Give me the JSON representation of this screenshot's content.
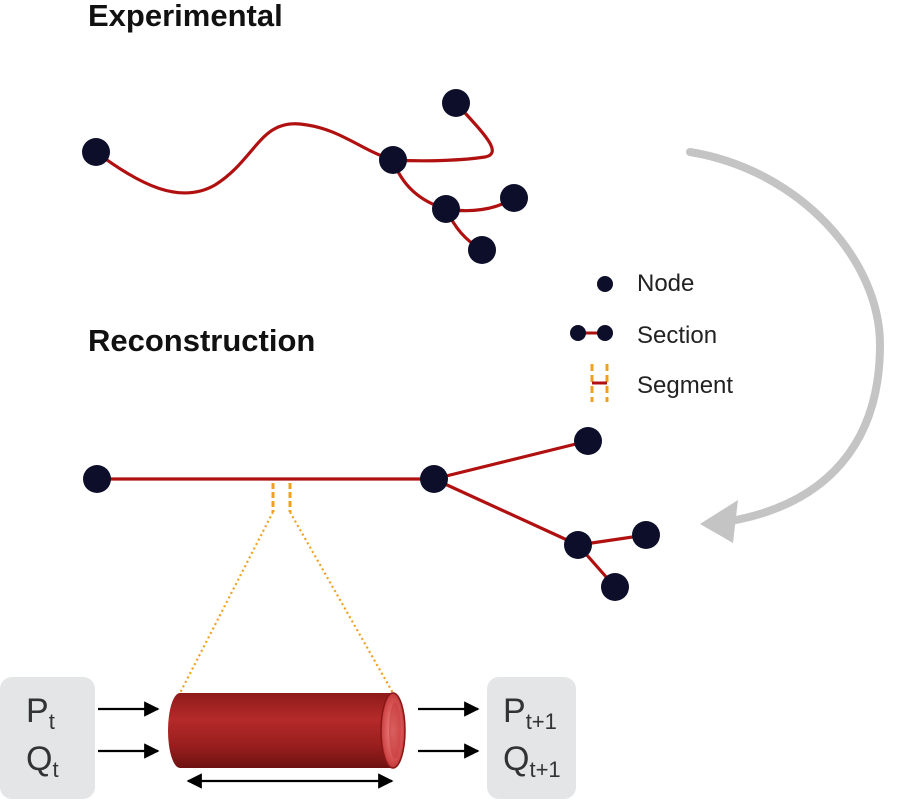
{
  "headings": {
    "experimental": "Experimental",
    "reconstruction": "Reconstruction"
  },
  "legend": {
    "node": "Node",
    "section": "Section",
    "segment": "Segment"
  },
  "inputs": {
    "p": "P",
    "p_sub": "t",
    "q": "Q",
    "q_sub": "t"
  },
  "outputs": {
    "p": "P",
    "p_sub": "t+1",
    "q": "Q",
    "q_sub": "t+1"
  },
  "colors": {
    "node": "#0d0f2a",
    "section": "#b01010",
    "segment": "#f0a020",
    "vessel": "#a31c1c",
    "arrow_gray": "#c4c4c4",
    "box": "#e4e5e7"
  }
}
